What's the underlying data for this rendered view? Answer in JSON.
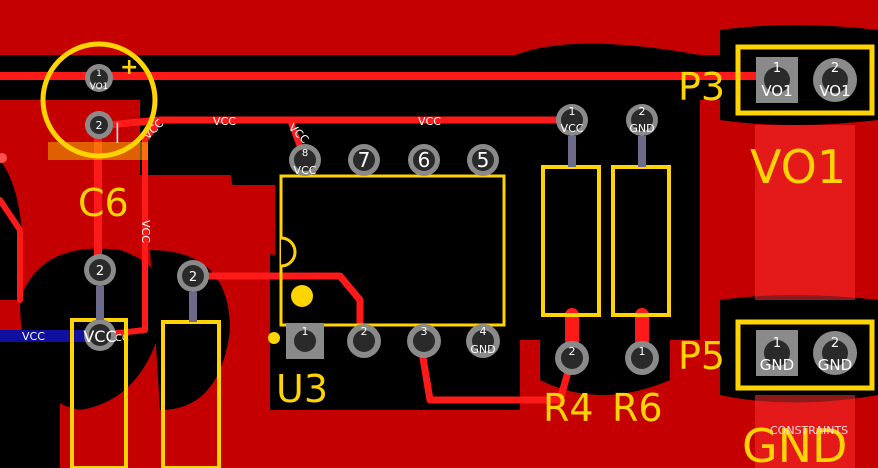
{
  "colors": {
    "copper_pour": "#c40000",
    "background": "#000000",
    "trace": "#ff1a1a",
    "silkscreen": "#ffd400",
    "pad": "#8a8a8a",
    "pad_hole": "#2a2a2a",
    "bottom_trace": "#1010a0"
  },
  "components": {
    "c6": {
      "ref": "C6",
      "plus": "+",
      "minus": "|"
    },
    "u3": {
      "ref": "U3"
    },
    "r4": {
      "ref": "R4"
    },
    "r6": {
      "ref": "R6"
    },
    "p3": {
      "ref": "P3",
      "net_label": "VO1"
    },
    "p5": {
      "ref": "P5",
      "net_label": "GND"
    }
  },
  "pads": {
    "c6_1": {
      "num": "1",
      "net": "VO1"
    },
    "c6_2": {
      "num": "2",
      "net": ""
    },
    "u3_1": {
      "num": "1",
      "net": ""
    },
    "u3_2": {
      "num": "2",
      "net": ""
    },
    "u3_3": {
      "num": "3",
      "net": ""
    },
    "u3_4": {
      "num": "4",
      "net": "GND"
    },
    "u3_5": {
      "num": "5",
      "net": ""
    },
    "u3_6": {
      "num": "6",
      "net": ""
    },
    "u3_7": {
      "num": "7",
      "net": ""
    },
    "u3_8": {
      "num": "8",
      "net": "VCC"
    },
    "r4_1": {
      "num": "1",
      "net": "VCC"
    },
    "r4_2": {
      "num": "2",
      "net": ""
    },
    "r6_2": {
      "num": "2",
      "net": "GND"
    },
    "r6_1": {
      "num": "1",
      "net": ""
    },
    "p3_1": {
      "num": "1",
      "net": "VO1"
    },
    "p3_2": {
      "num": "2",
      "net": "VO1"
    },
    "p5_1": {
      "num": "1",
      "net": "GND"
    },
    "p5_2": {
      "num": "2",
      "net": "GND"
    },
    "left_2a": {
      "num": "2",
      "net": ""
    },
    "left_2b": {
      "num": "2",
      "net": ""
    },
    "left_vcc": {
      "num": "",
      "net": "VCC"
    }
  },
  "trace_labels": {
    "vcc_top_1": "VCC",
    "vcc_top_2": "VCC",
    "vcc_diag_1": "VCC",
    "vcc_diag_2": "VCC",
    "vcc_vertical": "VCC",
    "vcc_bottom_layer": "VCC",
    "vcc_small": "VCC"
  },
  "overlay_text": {
    "constraints": "CONSTRAINTS"
  }
}
